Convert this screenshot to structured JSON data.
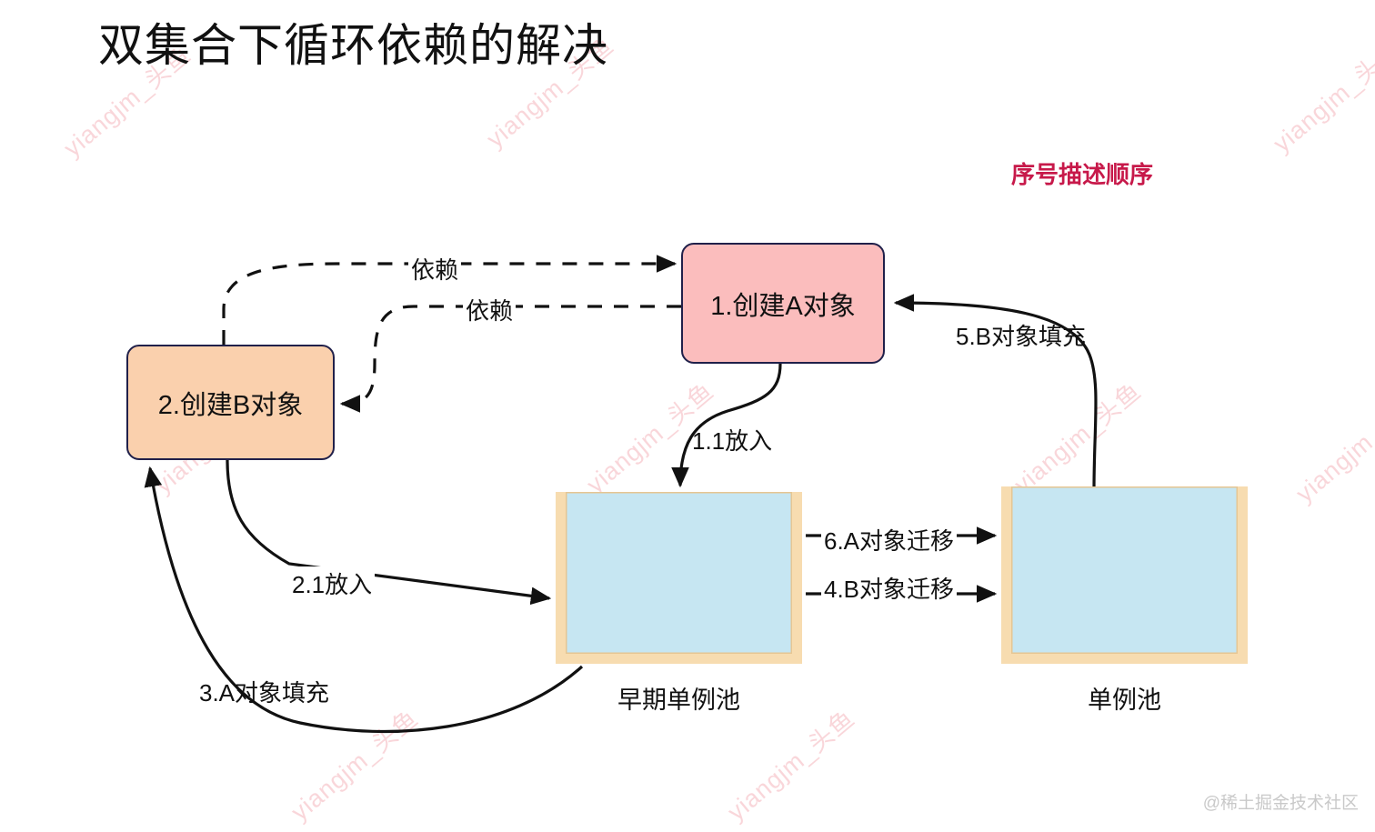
{
  "page": {
    "title": "双集合下循环依赖的解决",
    "legend_note": "序号描述顺序",
    "corner_watermark": "@稀土掘金技术社区",
    "watermark_text": "yiangjm_头鱼"
  },
  "colors": {
    "node_a_fill": "#fbbdbd",
    "node_b_fill": "#fad0ad",
    "node_border": "#20204a",
    "pool_water": "#c6e6f2",
    "pool_wall": "#f7dcb0",
    "legend_red": "#c7194a",
    "edge_stroke": "#111111"
  },
  "nodes": [
    {
      "id": "create-a",
      "label": "1.创建A对象"
    },
    {
      "id": "create-b",
      "label": "2.创建B对象"
    }
  ],
  "pools": [
    {
      "id": "early",
      "label": "早期单例池"
    },
    {
      "id": "singleton",
      "label": "单例池"
    }
  ],
  "edges": [
    {
      "id": "dep-1",
      "label": "依赖",
      "style": "dashed",
      "from": "create-b",
      "to": "create-a"
    },
    {
      "id": "dep-2",
      "label": "依赖",
      "style": "dashed",
      "from": "create-a",
      "to": "create-b"
    },
    {
      "id": "put-11",
      "label": "1.1放入",
      "style": "solid",
      "from": "create-a",
      "to": "pool-early"
    },
    {
      "id": "put-21",
      "label": "2.1放入",
      "style": "solid",
      "from": "create-b",
      "to": "pool-early"
    },
    {
      "id": "fill-a",
      "label": "3.A对象填充",
      "style": "solid",
      "from": "pool-early",
      "to": "create-b"
    },
    {
      "id": "move-b",
      "label": "4.B对象迁移",
      "style": "solid",
      "from": "pool-early",
      "to": "pool-singleton"
    },
    {
      "id": "fill-b",
      "label": "5.B对象填充",
      "style": "solid",
      "from": "pool-singleton",
      "to": "create-a"
    },
    {
      "id": "move-a",
      "label": "6.A对象迁移",
      "style": "solid",
      "from": "pool-early",
      "to": "pool-singleton"
    }
  ]
}
